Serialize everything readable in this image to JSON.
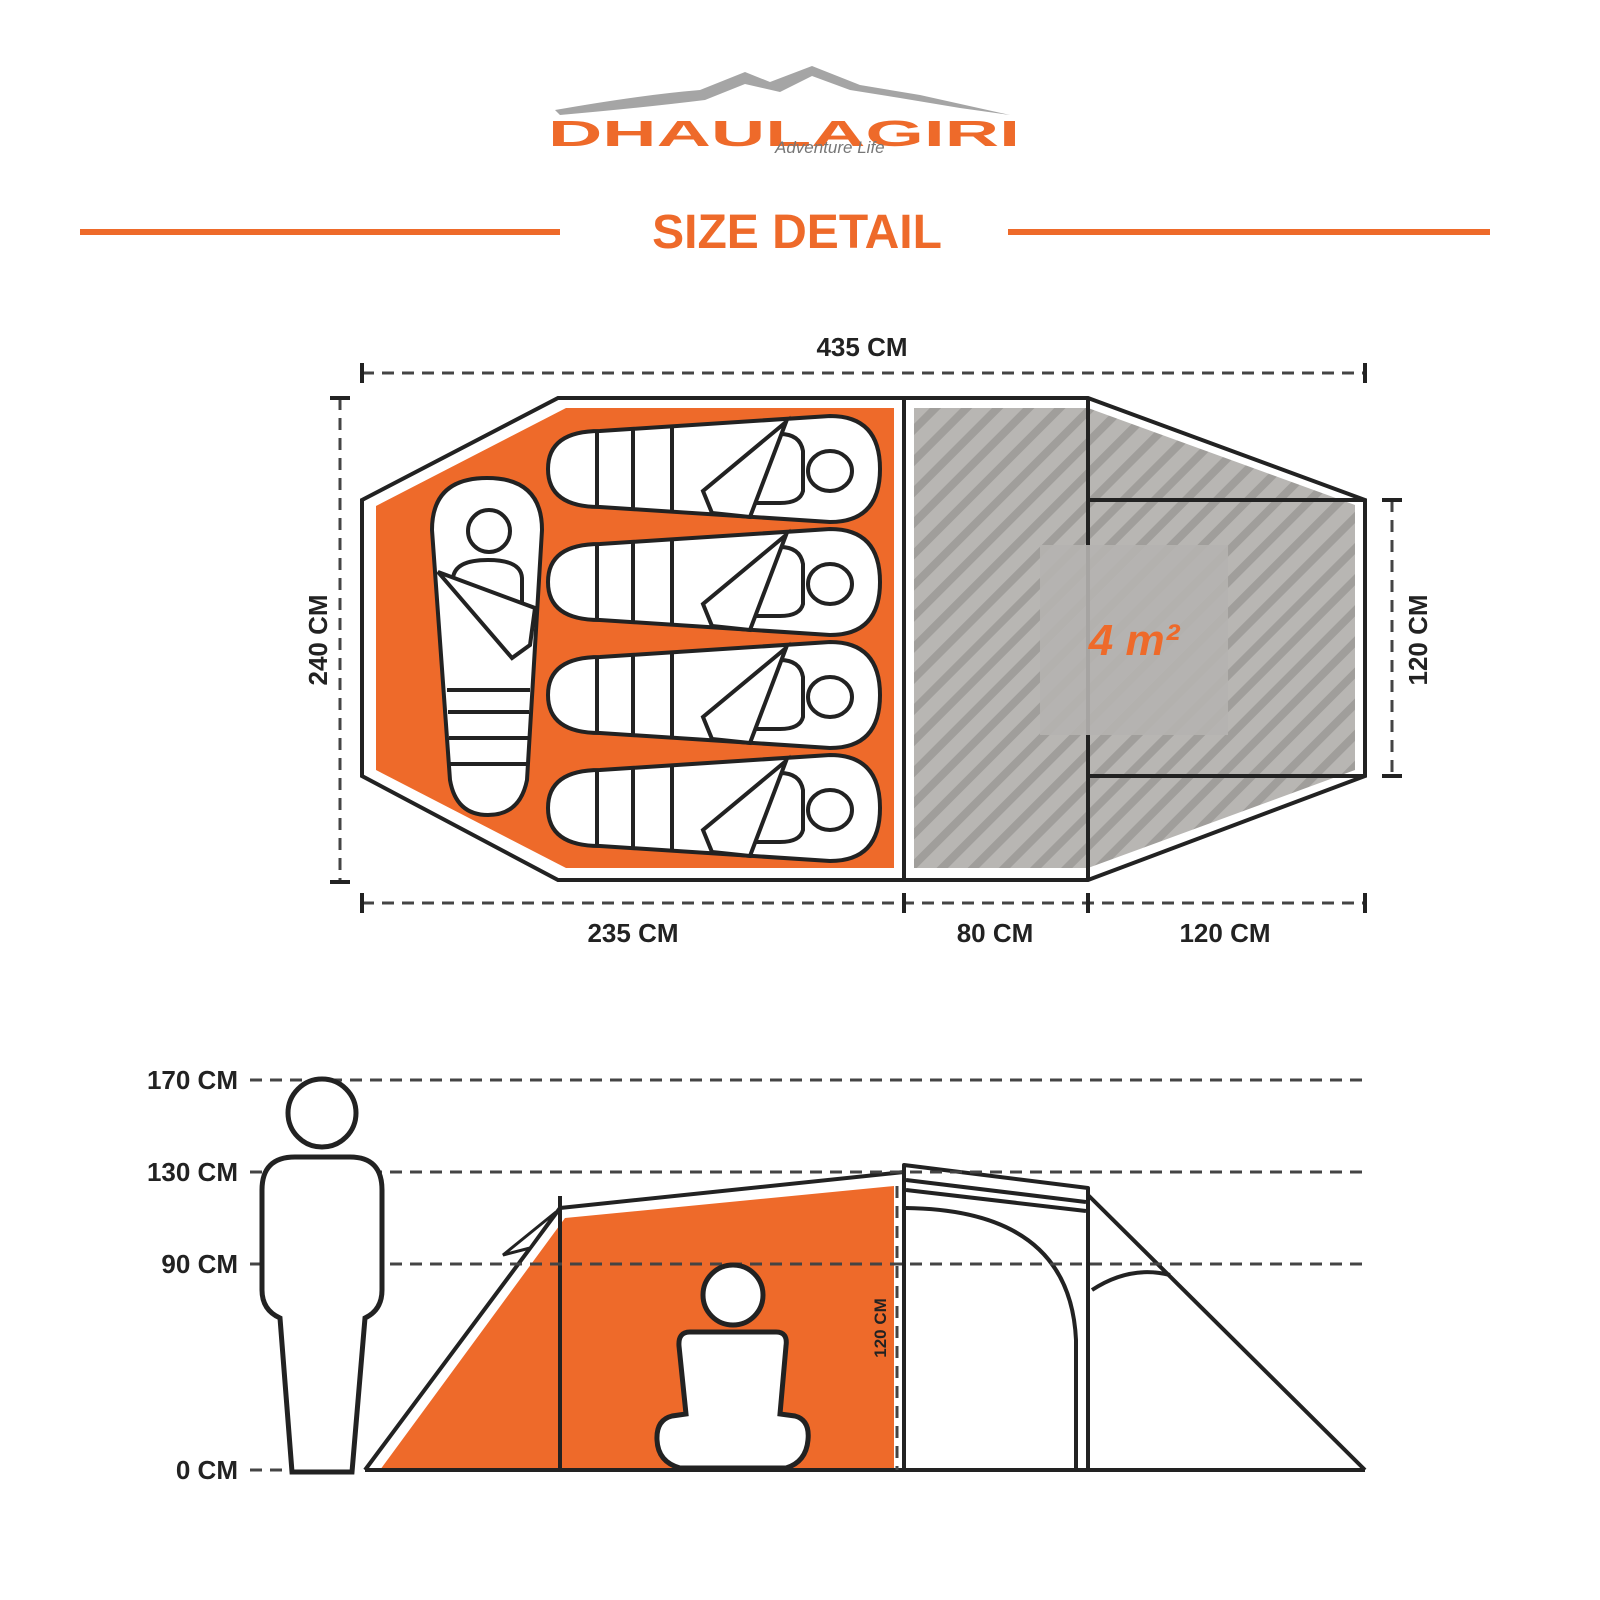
{
  "logo": {
    "brand": "DHAULAGIRI",
    "tagline": "Adventure Life"
  },
  "title": "SIZE DETAIL",
  "colors": {
    "accent": "#EE6A2A",
    "ink": "#222222",
    "gray": "#B5B3B0"
  },
  "plan_view": {
    "total_length": "435 CM",
    "width": "240 CM",
    "vestibule_width": "120 CM",
    "segments": [
      "235 CM",
      "80 CM",
      "120 CM"
    ],
    "area": "4 m²",
    "sleeping_bags": 5
  },
  "side_view": {
    "height_marks": [
      "170 CM",
      "130 CM",
      "90 CM",
      "0 CM"
    ],
    "inner_height": "120 CM"
  }
}
